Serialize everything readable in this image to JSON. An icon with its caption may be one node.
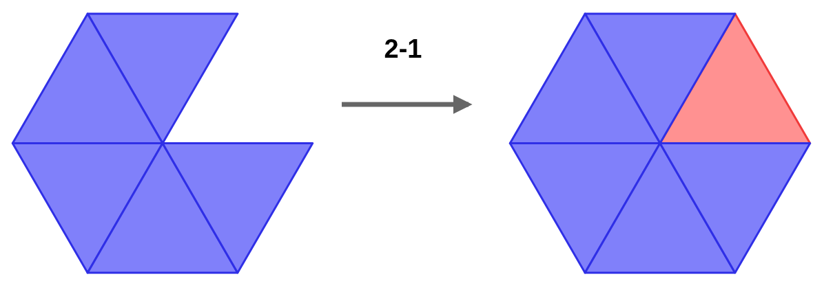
{
  "diagram": {
    "nodes": [
      {
        "text": [],
        "shape": "picture"
      },
      {
        "text": [],
        "shape": "picture"
      }
    ],
    "edges": [
      {
        "from": 0,
        "to": 1,
        "arrow": "to",
        "label": "2-1"
      }
    ]
  }
}
